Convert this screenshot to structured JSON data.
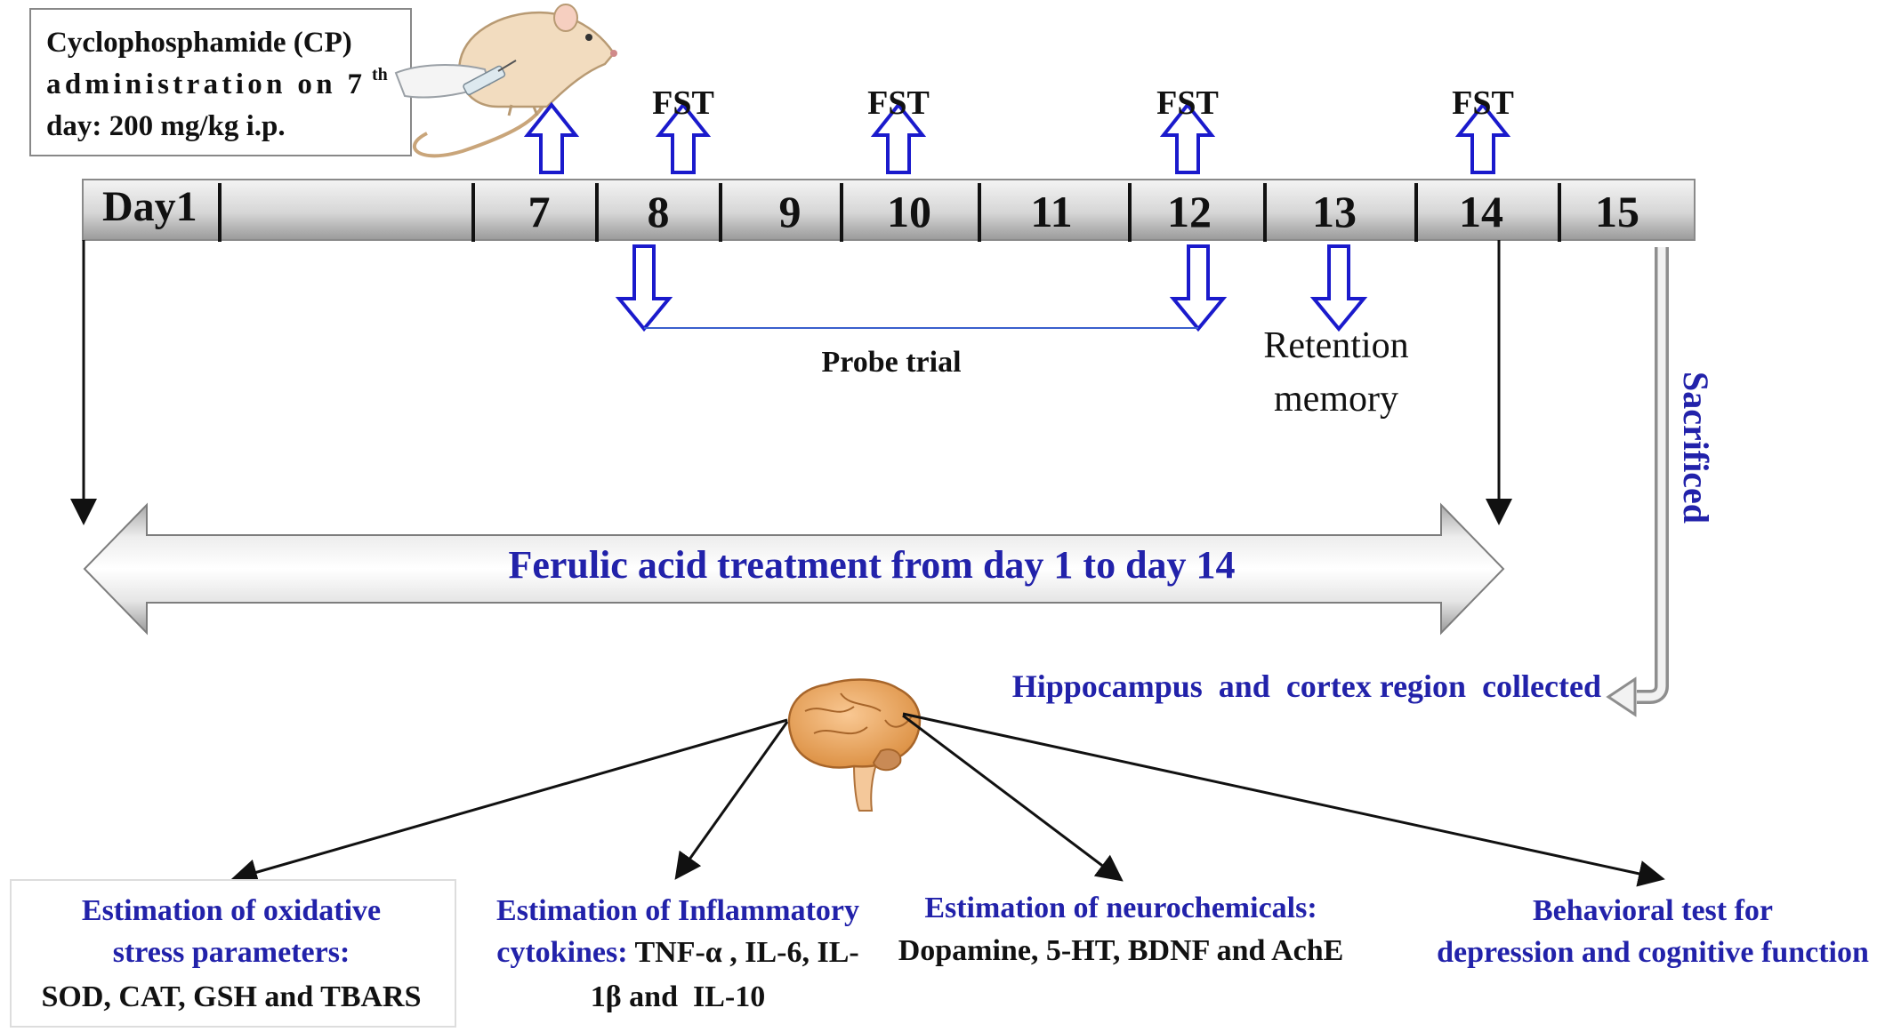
{
  "cp_box": {
    "line1": "Cyclophosphamide (CP)",
    "line2": "administration on 7",
    "line2_sup": "th",
    "line3": "day: 200 mg/kg i.p."
  },
  "fst_label": "FST",
  "timeline": {
    "start_label": "Day1",
    "days": [
      "7",
      "8",
      "9",
      "10",
      "11",
      "12",
      "13",
      "14",
      "15"
    ]
  },
  "probe_trial": "Probe trial",
  "retention": {
    "line1": "Retention",
    "line2": "memory"
  },
  "treatment": "Ferulic acid treatment from day 1 to day 14",
  "sacrificed": "Sacrificed",
  "collected": "Hippocampus  and  cortex region  collected",
  "outcomes": {
    "oxidative": {
      "line1": "Estimation of oxidative",
      "line2": "stress parameters:",
      "line3": "SOD, CAT, GSH and TBARS"
    },
    "inflammatory": {
      "line1": "Estimation of Inflammatory",
      "line2a": "cytokines:",
      "line2b": " TNF-α , IL-6, IL-",
      "line3": "1β and  IL-10"
    },
    "neuro": {
      "line1": "Estimation of neurochemicals:",
      "line2": "Dopamine, 5-HT, BDNF and AchE"
    },
    "behavioral": {
      "line1": "Behavioral test for",
      "line2": "depression and cognitive function"
    }
  },
  "colors": {
    "blue_text": "#2222aa",
    "arrow_blue": "#1a1acc",
    "mouse_fill": "#f2dcbf",
    "brain_fill": "#f0a860"
  },
  "icons": [
    "mouse-icon",
    "syringe-icon",
    "brain-icon"
  ]
}
